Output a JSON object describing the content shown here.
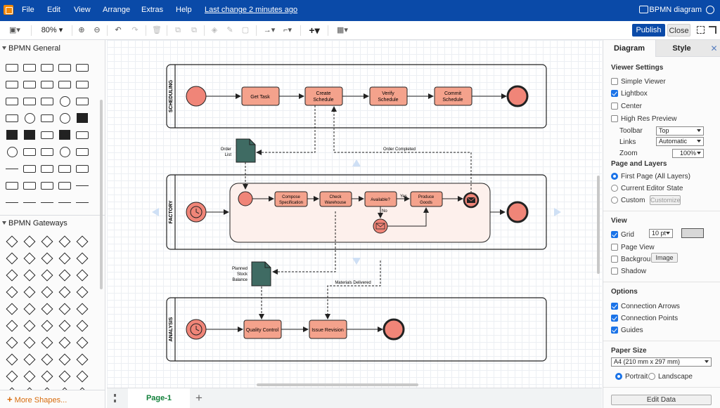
{
  "menubar": {
    "items": [
      "File",
      "Edit",
      "View",
      "Arrange",
      "Extras",
      "Help"
    ],
    "last_change": "Last change 2 minutes ago",
    "doc_title": "BPMN diagram"
  },
  "toolbar": {
    "zoom": "80%",
    "publish": "Publish",
    "close": "Close"
  },
  "sidebar": {
    "sections": [
      {
        "title": "BPMN General"
      },
      {
        "title": "BPMN Gateways"
      }
    ],
    "more_shapes": "More Shapes..."
  },
  "diagram": {
    "lanes": [
      "SCHEDULING",
      "FACTORY",
      "ANALYSIS"
    ],
    "tasks": {
      "get_task": "Get Task",
      "create_schedule": [
        "Create",
        "Schedule"
      ],
      "verify_schedule": [
        "Verify",
        "Schedule"
      ],
      "commit_schedule": [
        "Commit",
        "Schedule"
      ],
      "compose_spec": [
        "Compose",
        "Specification"
      ],
      "check_warehouse": [
        "Check",
        "Warehouse"
      ],
      "available": "Available?",
      "produce_goods": [
        "Produce",
        "Goods"
      ],
      "quality_control": "Quality Control",
      "issue_revision": "Issue Revision"
    },
    "data_objects": {
      "order_list": [
        "Order",
        "List"
      ],
      "planned_stock": [
        "Planned",
        "Stock",
        "Balance"
      ]
    },
    "edge_labels": {
      "order_completed": "Order Completed",
      "materials_delivered": "Materials Delivered",
      "yes": "Yes",
      "no": "No"
    }
  },
  "pagebar": {
    "tab": "Page-1"
  },
  "panel": {
    "tabs": [
      "Diagram",
      "Style"
    ],
    "viewer_settings": {
      "title": "Viewer Settings",
      "simple_viewer": "Simple Viewer",
      "lightbox": "Lightbox",
      "center": "Center",
      "high_res": "High Res Preview",
      "toolbar_label": "Toolbar",
      "toolbar_value": "Top",
      "links_label": "Links",
      "links_value": "Automatic",
      "zoom_label": "Zoom",
      "zoom_value": "100%"
    },
    "page_layers": {
      "title": "Page and Layers",
      "first_page": "First Page (All Layers)",
      "current_state": "Current Editor State",
      "custom": "Custom",
      "customize": "Customize"
    },
    "view": {
      "title": "View",
      "grid": "Grid",
      "grid_size": "10 pt",
      "page_view": "Page View",
      "background": "Background",
      "image": "Image",
      "shadow": "Shadow"
    },
    "options": {
      "title": "Options",
      "connection_arrows": "Connection Arrows",
      "connection_points": "Connection Points",
      "guides": "Guides"
    },
    "paper": {
      "title": "Paper Size",
      "size": "A4 (210 mm x 297 mm)",
      "portrait": "Portrait",
      "landscape": "Landscape"
    },
    "edit_data": "Edit Data"
  },
  "colors": {
    "menubar": "#0a4aa8",
    "task_fill": "#f4a28c",
    "event_fill": "#f08578",
    "subprocess_fill": "#fdf0ec",
    "data_object": "#3f6b63"
  }
}
